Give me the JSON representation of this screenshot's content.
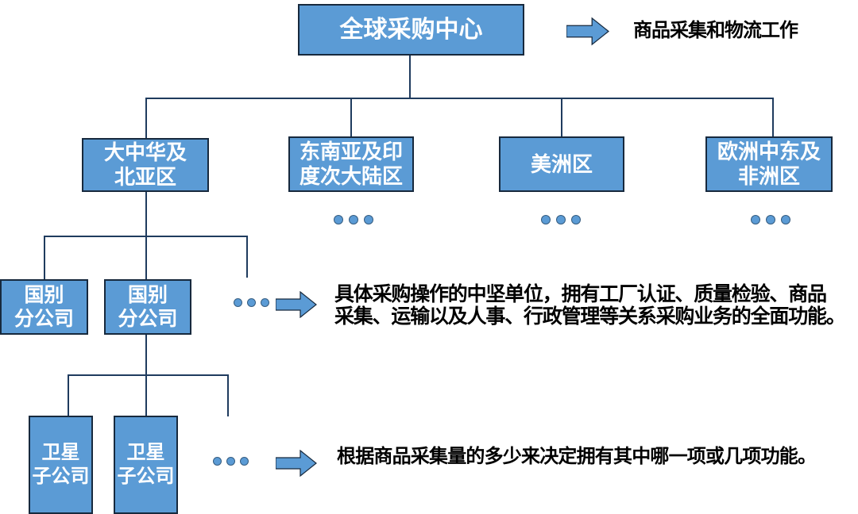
{
  "colors": {
    "node_fill": "#5B9BD5",
    "node_border": "#17293D",
    "connector": "#1F3B5E",
    "dot_fill": "#5B9BD5",
    "arrow_fill": "#5B9BD5",
    "arrow_outline": "#17293D",
    "node_text": "#FFFFFF",
    "note_text": "#000000",
    "background": "#FFFFFF"
  },
  "nodes": {
    "root": {
      "label": "全球采购中心"
    },
    "regions": [
      {
        "line1": "大中华及",
        "line2": "北亚区"
      },
      {
        "line1": "东南亚及印",
        "line2": "度次大陆区"
      },
      {
        "line1": "美洲区",
        "line2": ""
      },
      {
        "line1": "欧洲中东及",
        "line2": "非洲区"
      }
    ],
    "country_branches": [
      {
        "line1": "国别",
        "line2": "分公司"
      },
      {
        "line1": "国别",
        "line2": "分公司"
      }
    ],
    "satellite_subsidiaries": [
      {
        "line1": "卫星",
        "line2": "子公司"
      },
      {
        "line1": "卫星",
        "line2": "子公司"
      }
    ]
  },
  "notes": {
    "root_note": "商品采集和物流工作",
    "branch_note_line1": "具体采购操作的中坚单位，拥有工厂认证、质量检验、商品",
    "branch_note_line2": "采集、运输以及人事、行政管理等关系采购业务的全面功能。",
    "satellite_note": "根据商品采集量的多少来决定拥有其中哪一项或几项功能。"
  },
  "icons": {
    "arrow": "right-arrow",
    "ellipsis": "more-nodes-dots"
  }
}
